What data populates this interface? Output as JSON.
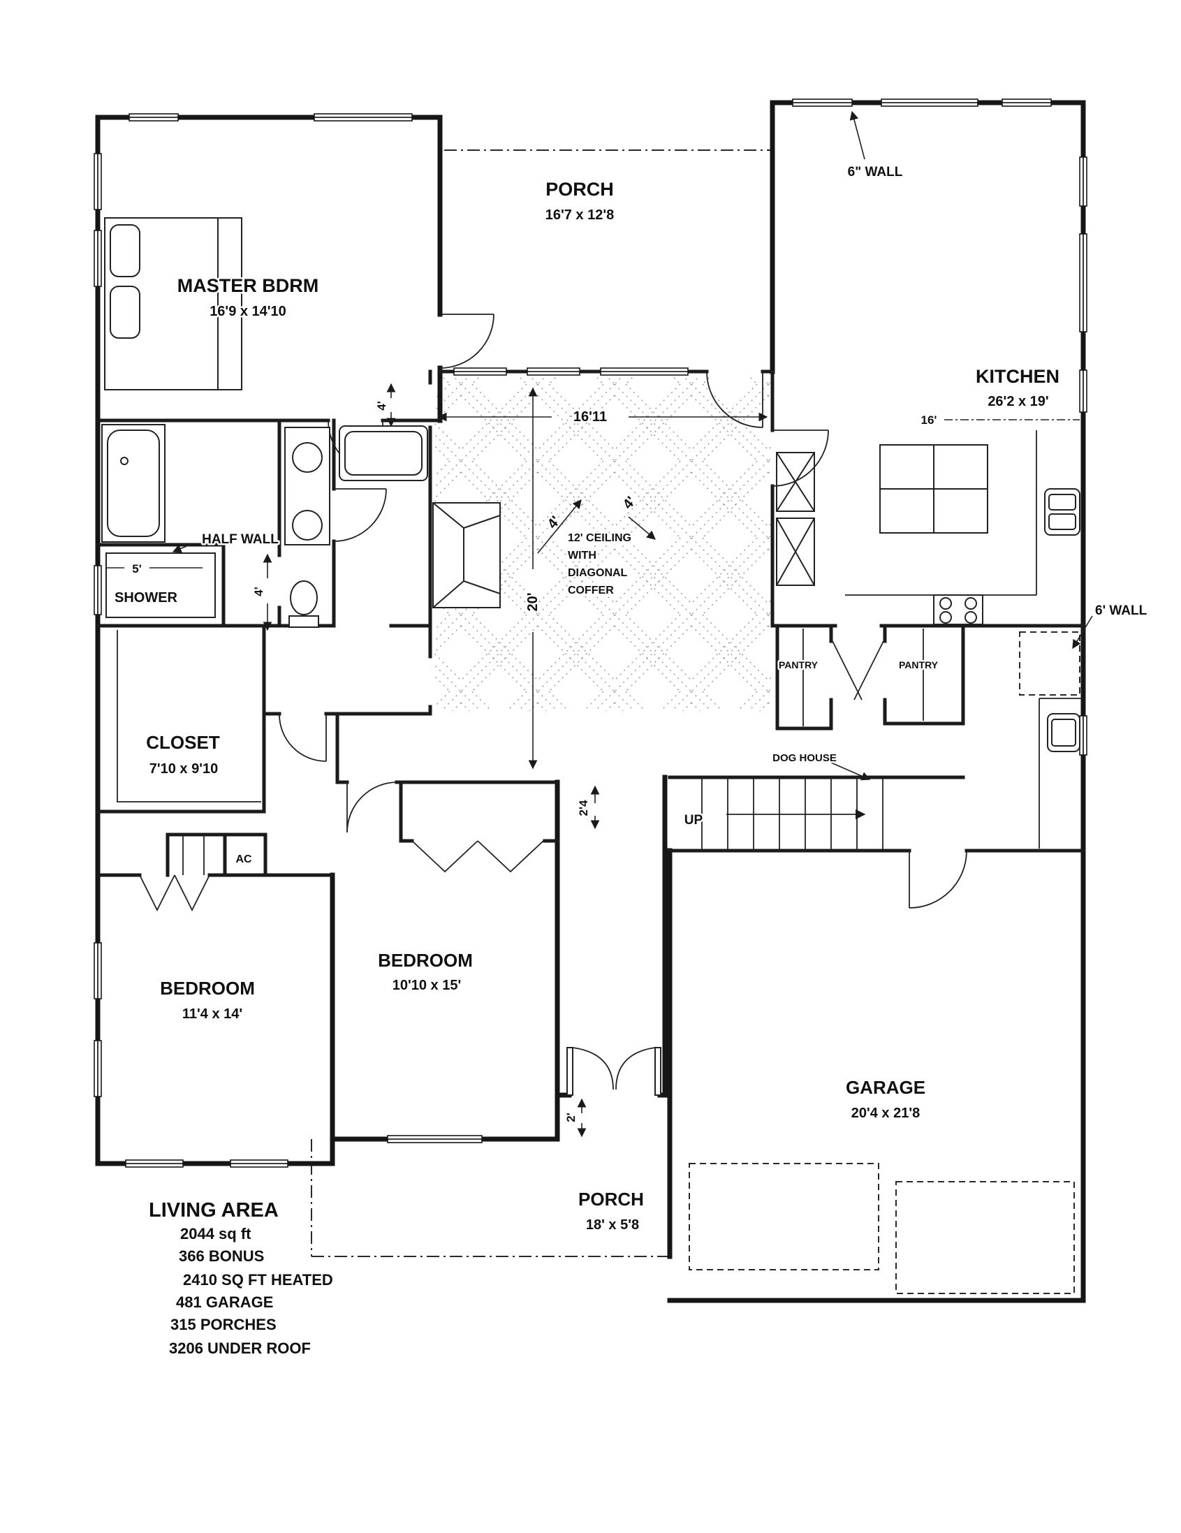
{
  "rooms": {
    "master": {
      "label": "MASTER BDRM",
      "dims": "16'9 x 14'10"
    },
    "porch_top": {
      "label": "PORCH",
      "dims": "16'7 x 12'8"
    },
    "kitchen": {
      "label": "KITCHEN",
      "dims": "26'2 x 19'"
    },
    "closet": {
      "label": "CLOSET",
      "dims": "7'10 x 9'10"
    },
    "bedroom_left": {
      "label": "BEDROOM",
      "dims": "11'4 x 14'"
    },
    "bedroom_mid": {
      "label": "BEDROOM",
      "dims": "10'10 x 15'"
    },
    "garage": {
      "label": "GARAGE",
      "dims": "20'4 x 21'8"
    },
    "porch_bottom": {
      "label": "PORCH",
      "dims": "18' x 5'8"
    },
    "shower": {
      "label": "SHOWER"
    },
    "pantry_left": {
      "label": "PANTRY"
    },
    "pantry_right": {
      "label": "PANTRY"
    },
    "ac": {
      "label": "AC"
    },
    "stairs": {
      "label": "UP"
    },
    "dog_house": {
      "label": "DOG HOUSE"
    }
  },
  "annotations": {
    "wall6in": "6\" WALL",
    "wall6ft": "6' WALL",
    "half_wall": "HALF WALL",
    "ceiling": [
      "12' CEILING",
      "WITH",
      "DIAGONAL",
      "COFFER"
    ],
    "dims": {
      "d16_11": "16'11",
      "d20": "20'",
      "d16": "16'",
      "d4": "4'",
      "d5": "5'",
      "d2_4": "2'4",
      "d2": "2'"
    }
  },
  "stats": {
    "title": "LIVING AREA",
    "lines": [
      "2044 sq ft",
      "366 BONUS",
      "2410 SQ FT HEATED",
      "481 GARAGE",
      "315 PORCHES",
      "3206 UNDER ROOF"
    ]
  }
}
